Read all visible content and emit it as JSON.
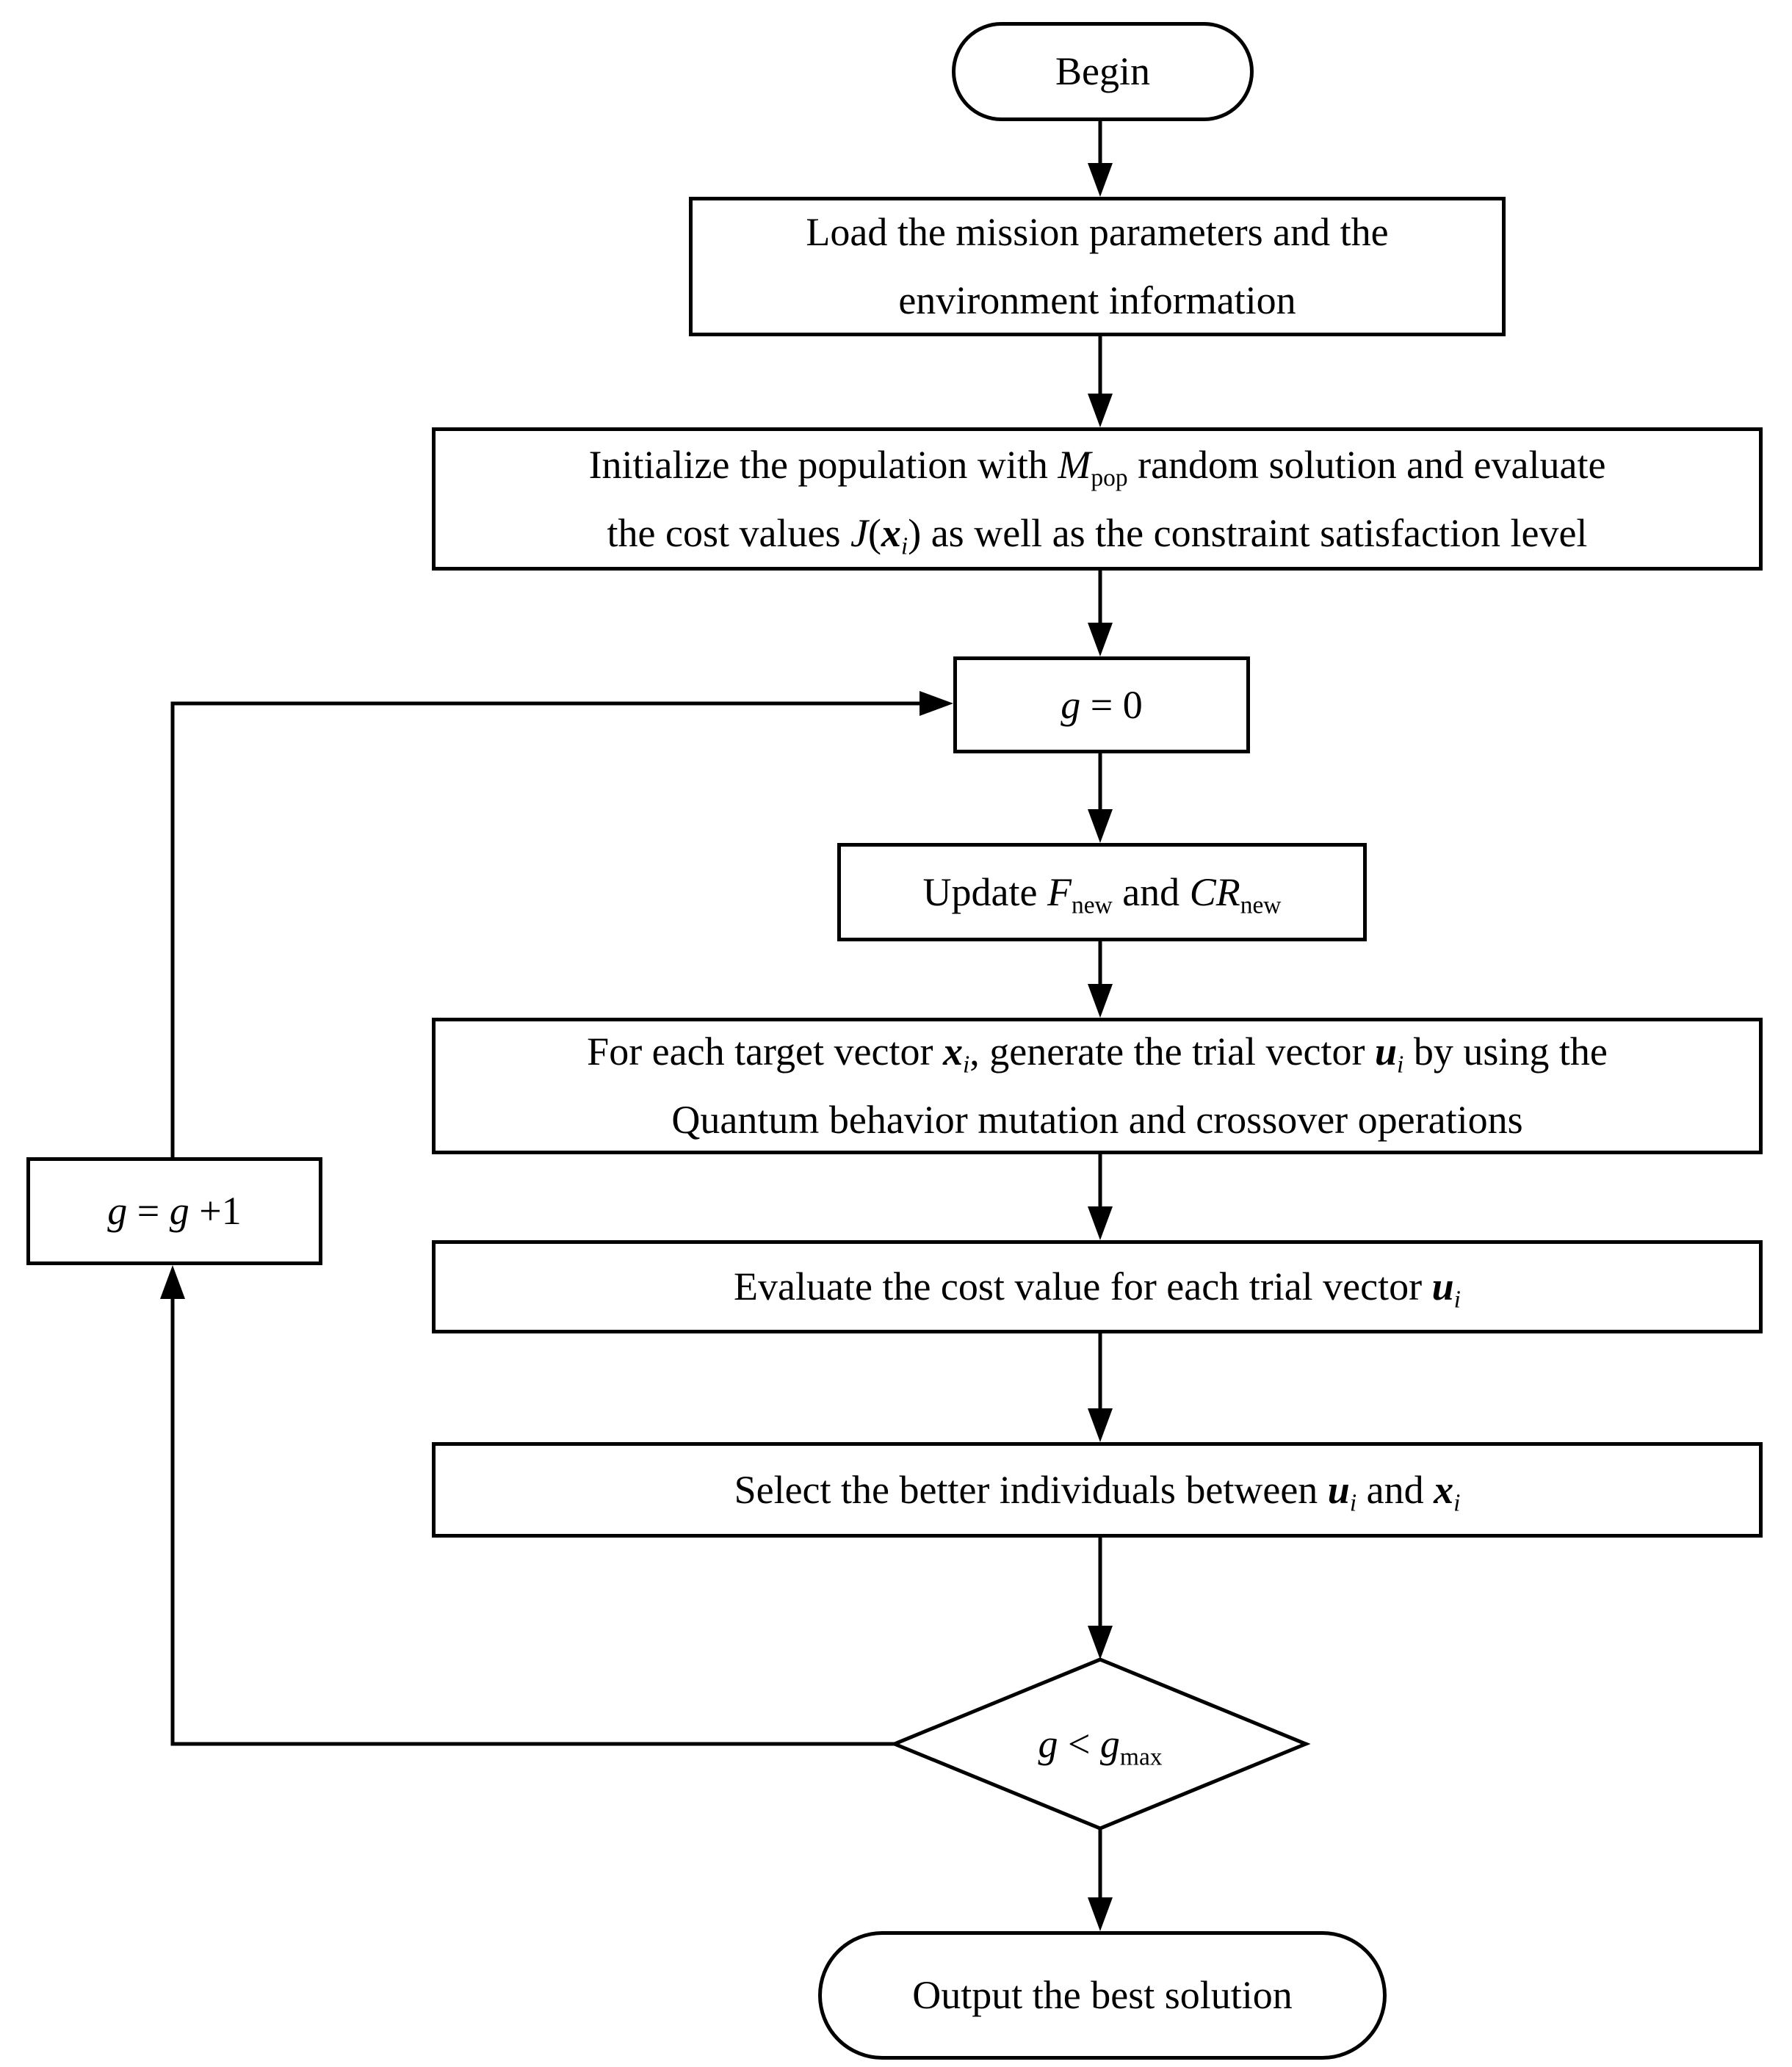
{
  "colors": {
    "ink": "#000000",
    "background": "#ffffff"
  },
  "nodes": {
    "begin": {
      "label": "Begin"
    },
    "load": {
      "line1": "Load the mission parameters and the",
      "line2": "environment information"
    },
    "init": {
      "l1a": "Initialize the population with ",
      "l1_M": "M",
      "l1_sub": "pop",
      "l1b": " random solution and evaluate",
      "l2a": "the cost values ",
      "l2_J": "J",
      "l2b": "(",
      "l2_x": "x",
      "l2_sub": "i",
      "l2c": ")",
      "l2d": " as well as the constraint satisfaction level"
    },
    "g_zero": {
      "g": "g",
      "rest": " = 0"
    },
    "update": {
      "a": "Update ",
      "F": "F",
      "F_sub": "new",
      "b": " and ",
      "CR": "CR",
      "CR_sub": "new"
    },
    "foreach": {
      "l1a": "For each target vector ",
      "l1_x": "x",
      "l1_xsub": "i",
      "l1b": ", generate the trial vector ",
      "l1_u": "u",
      "l1_usub": "i",
      "l1c": " by using the",
      "line2": "Quantum behavior mutation and crossover operations"
    },
    "evaluate": {
      "a": "Evaluate the cost value for each trial vector ",
      "u": "u",
      "u_sub": "i"
    },
    "select": {
      "a": "Select the better individuals between ",
      "u": "u",
      "u_sub": "i",
      "b": " and ",
      "x": "x",
      "x_sub": "i"
    },
    "g_plus": {
      "g1": "g",
      "eq": " = ",
      "g2": "g",
      "plus": " +1"
    },
    "decision": {
      "g1": "g",
      "lt": " < ",
      "g2": "g",
      "sub": "max"
    },
    "output": {
      "label": "Output the best solution"
    }
  }
}
